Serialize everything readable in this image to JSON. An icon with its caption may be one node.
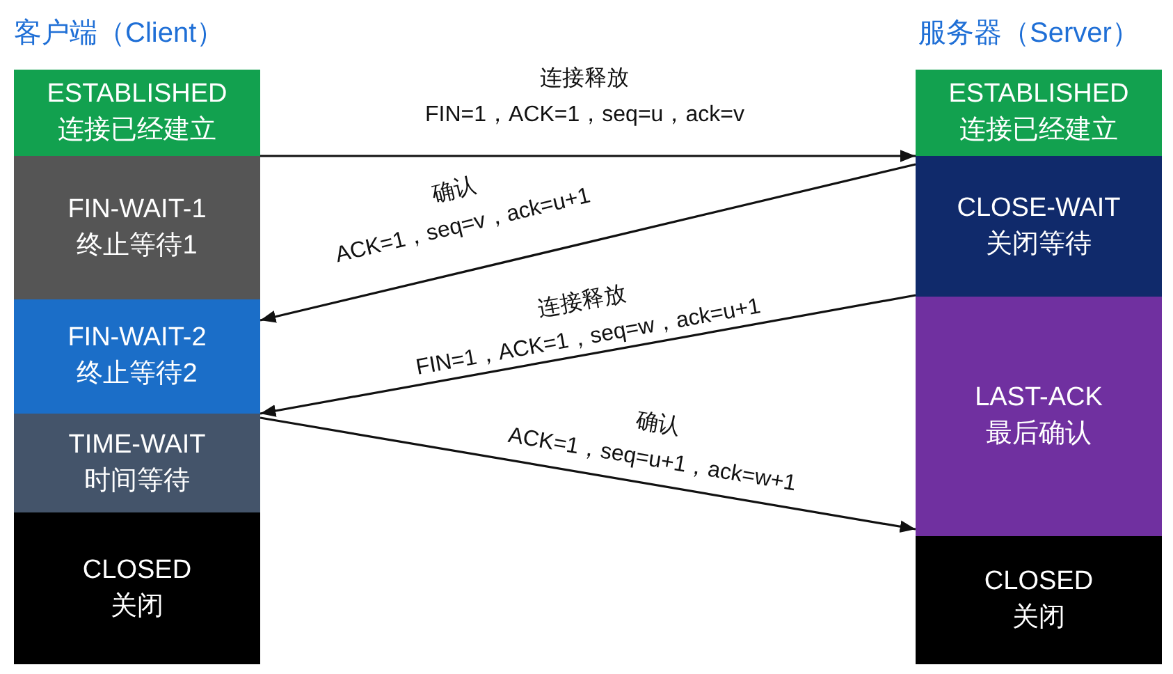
{
  "diagram": {
    "nodes": [
      {
        "text": [
          "ESTABLISHED",
          "连接已经建立"
        ]
      },
      {
        "text": [
          "FIN-WAIT-1",
          "终止等待1"
        ]
      },
      {
        "text": [
          "FIN-WAIT-2",
          "终止等待2"
        ]
      },
      {
        "text": [
          "TIME-WAIT",
          "时间等待"
        ]
      },
      {
        "text": [
          "CLOSED",
          "关闭"
        ]
      },
      {
        "text": [
          "ESTABLISHED",
          "连接已经建立"
        ]
      },
      {
        "text": [
          "CLOSE-WAIT",
          "关闭等待"
        ]
      },
      {
        "text": [
          "LAST-ACK",
          "最后确认"
        ]
      },
      {
        "text": [
          "CLOSED",
          "关闭"
        ]
      }
    ],
    "edges": [
      {
        "from": 0,
        "to": 5,
        "arrow": "to",
        "label": "连接释放 FIN=1，ACK=1，seq=u，ack=v"
      },
      {
        "from": 6,
        "to": 2,
        "arrow": "to",
        "label": "确认 ACK=1，seq=v，ack=u+1"
      },
      {
        "from": 6,
        "to": 3,
        "arrow": "to",
        "label": "连接释放 FIN=1，ACK=1，seq=w，ack=u+1"
      },
      {
        "from": 3,
        "to": 7,
        "arrow": "to",
        "label": "确认 ACK=1，seq=u+1，ack=w+1"
      }
    ],
    "labels": [
      "客户端（Client）",
      "服务器（Server）"
    ]
  }
}
